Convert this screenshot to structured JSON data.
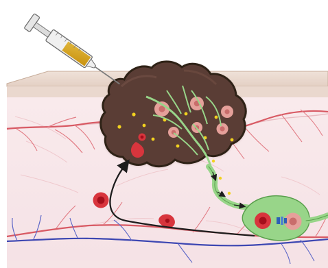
{
  "figure": {
    "description_elements": [
      "syringe-icon",
      "skin-surface",
      "dermis-tissue",
      "tumor-mass",
      "nerve-fiber",
      "blood-vessels-red",
      "blood-vessels-blue",
      "red-blood-cell-icon",
      "flow-arrow"
    ]
  },
  "colors": {
    "background": "#ffffff",
    "skin_surface": "#e8d7cc",
    "skin_top_line": "#c7ad9b",
    "dermis": "#f8e6e8",
    "dermis_bottom": "#f4dfe3",
    "tumor": "#5a3d35",
    "tumor_outline": "#2f2019",
    "nerve_green": "#98d589",
    "nerve_dark": "#5aa04d",
    "yellow_particles": "#f2d21f",
    "artery": "#d85a64",
    "artery_light": "#e98b95",
    "vein": "#3d47b2",
    "red_cell": "#d8353d",
    "red_cell_inner": "#a50f1b",
    "pink_cell": "#e5a09a",
    "pink_cell_inner": "#c96d6b",
    "syringe_barrel": "#f0f0f0",
    "syringe_fluid": "#d4a72a",
    "syringe_outline": "#6f6f6f",
    "arrow": "#1d1d1d"
  }
}
